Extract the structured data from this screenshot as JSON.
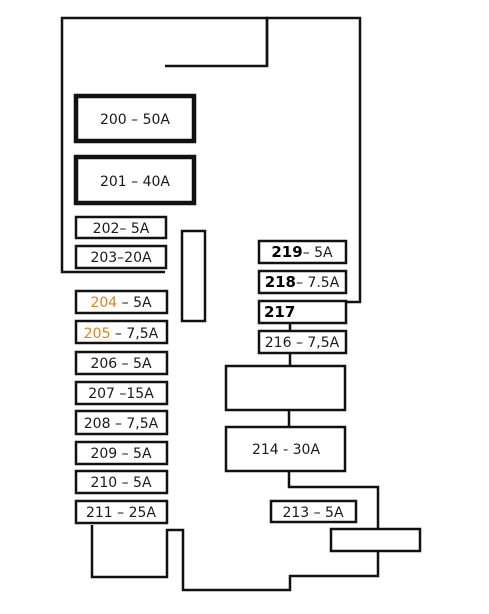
{
  "fuses": {
    "f200": "200 – 50A",
    "f201": "201 – 40A",
    "f202": "202– 5A",
    "f203": "203–20A",
    "f204_num": "204",
    "f204_rest": " – 5A",
    "f205_num": "205",
    "f205_rest": " – 7,5A",
    "f206": "206 – 5A",
    "f207": "207 –15A",
    "f208": "208 – 7,5A",
    "f209": "209 – 5A",
    "f210": "210 – 5A",
    "f211": "211 – 25A",
    "f213": "213 – 5A",
    "f214": "214 - 30A",
    "f216": "216 – 7,5A",
    "f217": "217",
    "f218_num": "218",
    "f218_rest": "– 7.5A",
    "f219_num": "219",
    "f219_rest": "– 5A"
  },
  "colors": {
    "line": "#111111",
    "highlight": "#d9831f"
  }
}
